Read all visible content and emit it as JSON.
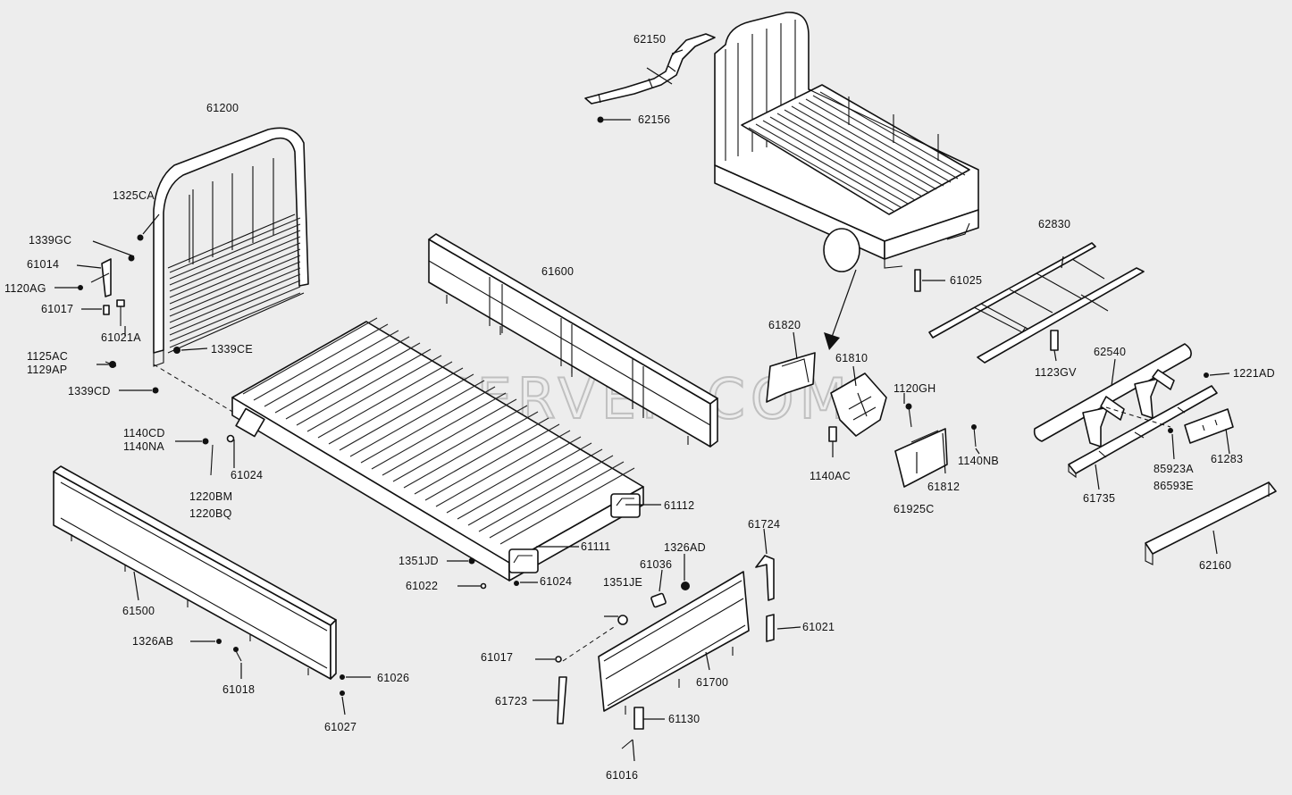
{
  "watermark": "SPECSERVER.COM",
  "labels": {
    "l62150": "62150",
    "l62156": "62156",
    "l61200": "61200",
    "l1325CA": "1325CA",
    "l1339GC": "1339GC",
    "l61014": "61014",
    "l1120AG": "1120AG",
    "l61017a": "61017",
    "l61021A": "61021A",
    "l1339CE": "1339CE",
    "l1125AC": "1125AC",
    "l1129AP": "1129AP",
    "l1339CD": "1339CD",
    "l1140CD": "1140CD",
    "l1140NA": "1140NA",
    "l61024a": "61024",
    "l1220BM": "1220BM",
    "l1220BQ": "1220BQ",
    "l61600": "61600",
    "l61112": "61112",
    "l61111": "61111",
    "l1351JD": "1351JD",
    "l61022": "61022",
    "l61024b": "61024",
    "l1326AD": "1326AD",
    "l61036": "61036",
    "l1351JE": "1351JE",
    "l61724": "61724",
    "l61021": "61021",
    "l61500": "61500",
    "l1326AB": "1326AB",
    "l61018": "61018",
    "l61026": "61026",
    "l61027": "61027",
    "l61017b": "61017",
    "l61723": "61723",
    "l61700": "61700",
    "l61130": "61130",
    "l61016": "61016",
    "l61025": "61025",
    "l62830": "62830",
    "l61820": "61820",
    "l61810": "61810",
    "l1120GH": "1120GH",
    "l1123GV": "1123GV",
    "l62540": "62540",
    "l1221AD": "1221AD",
    "l1140AC": "1140AC",
    "l1140NB": "1140NB",
    "l61812": "61812",
    "l61925C": "61925C",
    "l85923A": "85923A",
    "l86593E": "86593E",
    "l61283": "61283",
    "l61735": "61735",
    "l62160": "62160"
  }
}
